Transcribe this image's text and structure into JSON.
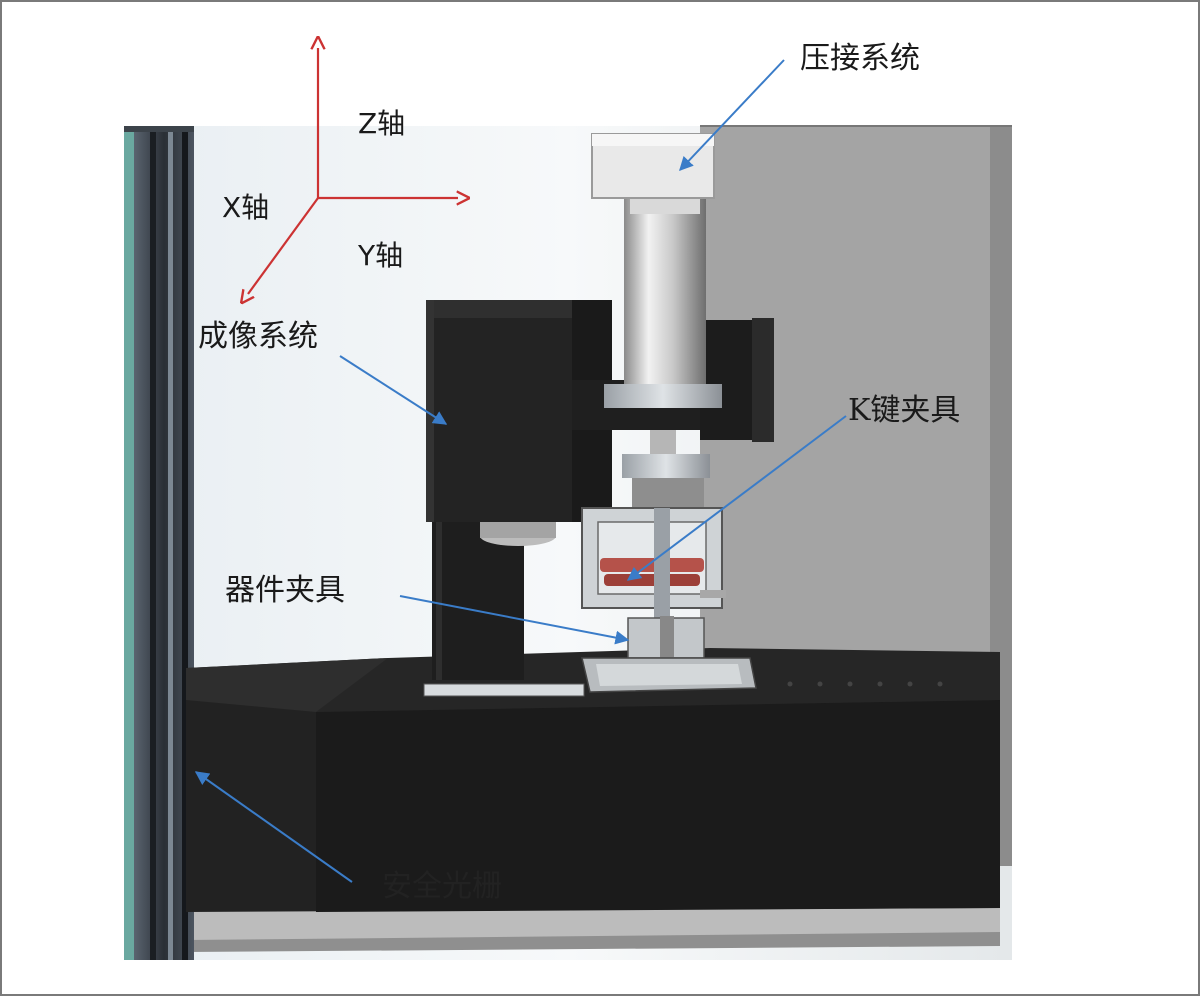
{
  "labels": {
    "press_system": "压接系统",
    "z_axis": "Z轴",
    "x_axis": "X轴",
    "y_axis": "Y轴",
    "imaging_system": "成像系统",
    "k_key_clamp": "K键夹具",
    "device_clamp": "器件夹具",
    "safety_light_curtain": "安全光栅"
  },
  "colors": {
    "axis_arrow": "#cc3333",
    "callout_arrow": "#3a7cc8",
    "machine_body": "#1c1c1c",
    "backplate": "#9a9a9a"
  }
}
